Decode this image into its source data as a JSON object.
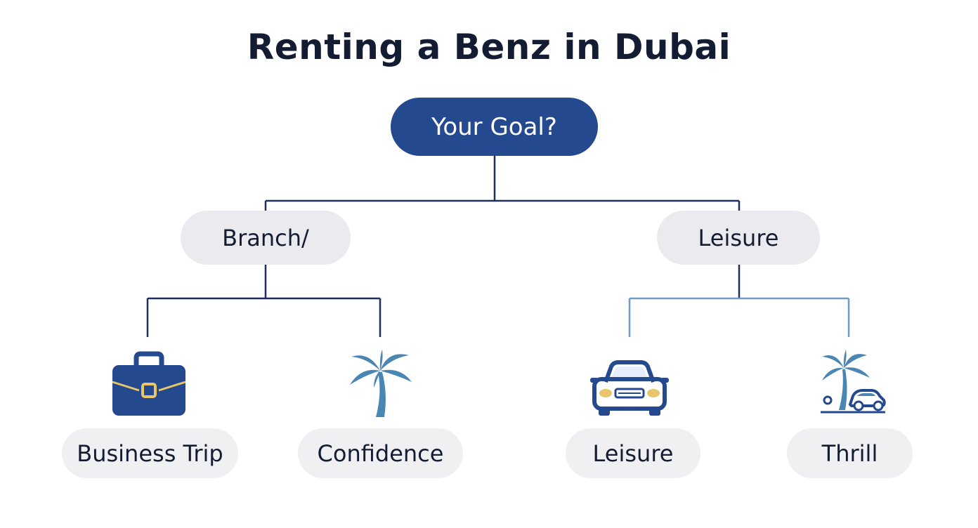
{
  "title": "Renting a Benz in Dubai",
  "root": {
    "label": "Your Goal?"
  },
  "branches": [
    {
      "label": "Branch/",
      "children": [
        {
          "label": "Business Trip",
          "icon": "briefcase-icon"
        },
        {
          "label": "Confidence",
          "icon": "palm-tree-icon"
        }
      ]
    },
    {
      "label": "Leisure",
      "children": [
        {
          "label": "Leisure",
          "icon": "car-icon"
        },
        {
          "label": "Thrill",
          "icon": "palm-tree-car-icon"
        }
      ]
    }
  ],
  "colors": {
    "root_fill": "#24498f",
    "node_fill": "#ebebef",
    "connector_dark": "#1e2f5c",
    "connector_light": "#6f9bc4",
    "icon_navy": "#24498f",
    "icon_teal": "#4a86b3",
    "icon_gold": "#e8c46a"
  }
}
